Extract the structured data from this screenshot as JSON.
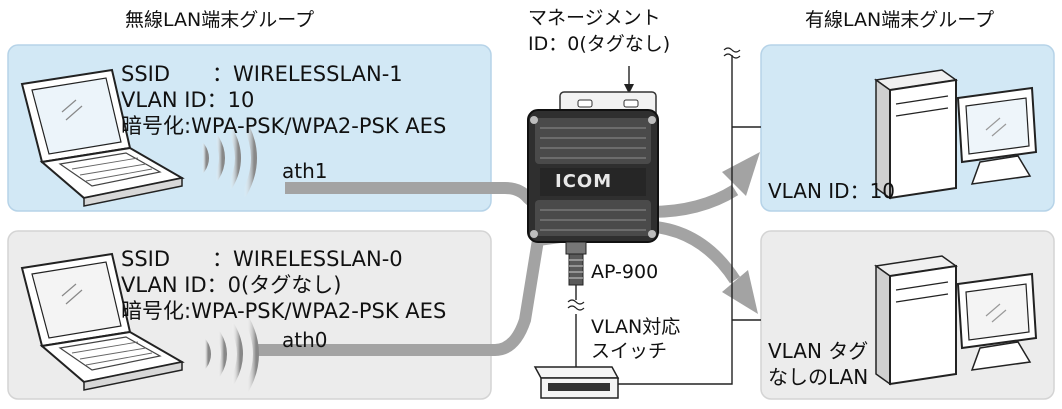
{
  "wireless_group": {
    "heading": "無線LAN端末グループ",
    "terminal_1": {
      "ssid": "SSID　　：WIRELESSLAN-1",
      "vlan_id": "VLAN ID：10",
      "encryption": "暗号化:WPA-PSK/WPA2-PSK AES",
      "interface": "ath1"
    },
    "terminal_0": {
      "ssid": "SSID　　：WIRELESSLAN-0",
      "vlan_id": "VLAN ID：0(タグなし)",
      "encryption": "暗号化:WPA-PSK/WPA2-PSK AES",
      "interface": "ath0"
    }
  },
  "management": {
    "line1": "マネージメント",
    "line2": "ID：0(タグなし)"
  },
  "access_point": {
    "brand": "ICOM",
    "model": "AP-900"
  },
  "switch": {
    "line1": "VLAN対応",
    "line2": "スイッチ"
  },
  "wired_group": {
    "heading": "有線LAN端末グループ",
    "terminal_1": {
      "label": "VLAN ID：10"
    },
    "terminal_2": {
      "line1": "VLAN タグ",
      "line2": "なしのLAN"
    }
  },
  "colors": {
    "blue_panel": "#d2e8f5",
    "gray_panel": "#ececec",
    "cable": "#a3a3a3"
  }
}
